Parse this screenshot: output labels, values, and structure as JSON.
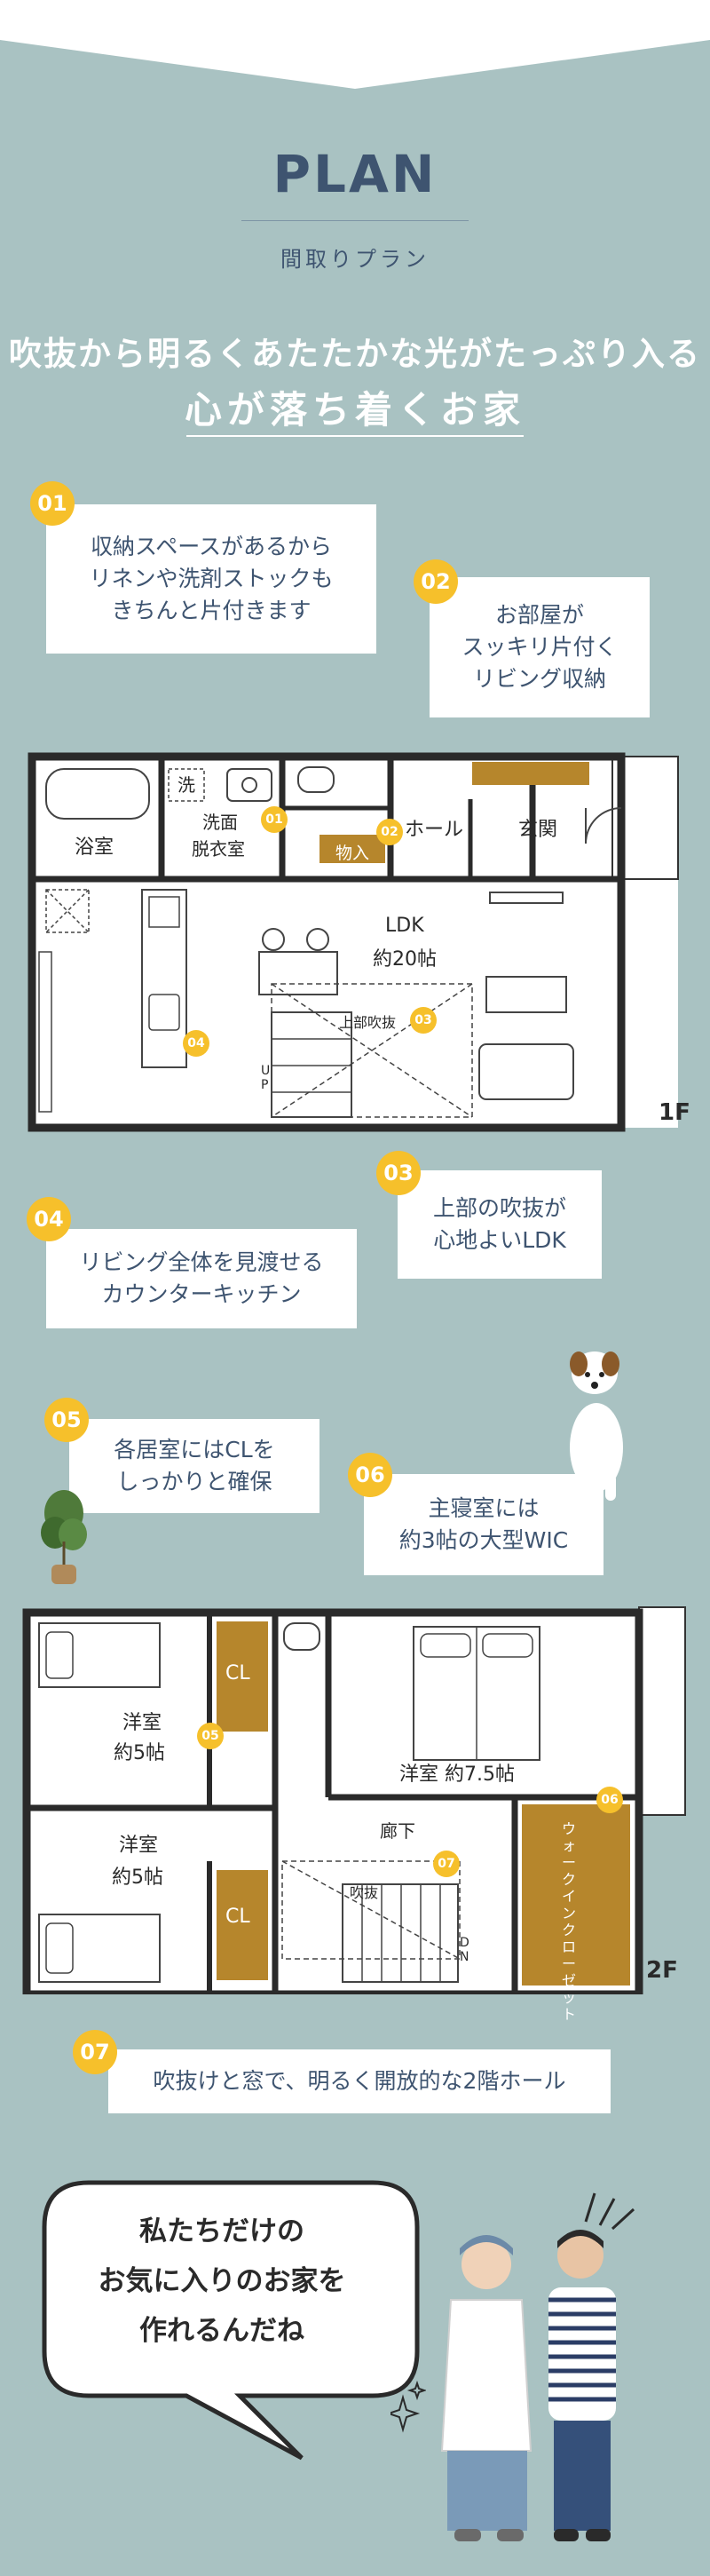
{
  "header": {
    "title": "PLAN",
    "subtitle": "間取りプラン"
  },
  "headline": {
    "line1": "吹抜から明るくあたたかな光がたっぷり入る",
    "line2": "心が落ち着くお家"
  },
  "features": [
    {
      "num": "01",
      "lines": [
        "収納スペースがあるから",
        "リネンや洗剤ストックも",
        "きちんと片付きます"
      ]
    },
    {
      "num": "02",
      "lines": [
        "お部屋が",
        "スッキリ片付く",
        "リビング収納"
      ]
    },
    {
      "num": "03",
      "lines": [
        "上部の吹抜が",
        "心地よいLDK"
      ]
    },
    {
      "num": "04",
      "lines": [
        "リビング全体を見渡せる",
        "カウンターキッチン"
      ]
    },
    {
      "num": "05",
      "lines": [
        "各居室にはCLを",
        "しっかりと確保"
      ]
    },
    {
      "num": "06",
      "lines": [
        "主寝室には",
        "約3帖の大型WIC"
      ]
    },
    {
      "num": "07",
      "lines": [
        "吹抜けと窓で、明るく開放的な2階ホール"
      ]
    }
  ],
  "floor1": {
    "label": "1F",
    "rooms": {
      "bath": "浴室",
      "laundry": "洗",
      "washroom_line1": "洗面",
      "washroom_line2": "脱衣室",
      "storage": "物入",
      "hall": "ホール",
      "entrance": "玄関",
      "ldk": "LDK",
      "ldk_size": "約20帖",
      "atrium": "上部吹抜",
      "up": "UP"
    }
  },
  "floor2": {
    "label": "2F",
    "rooms": {
      "room1": "洋室",
      "room1_size": "約5帖",
      "room2": "洋室",
      "room2_size": "約5帖",
      "closet": "CL",
      "master": "洋室 約7.5帖",
      "hallway": "廊下",
      "atrium": "吹抜",
      "dn": "DN",
      "wic": "ウォークインクローゼット"
    }
  },
  "speech": {
    "lines": [
      "私たちだけの",
      "お気に入りのお家を",
      "作れるんだね"
    ]
  },
  "colors": {
    "background": "#a9c2c2",
    "title_text": "#3e5470",
    "badge": "#f6c02b",
    "storage_fill": "#b6862c"
  }
}
